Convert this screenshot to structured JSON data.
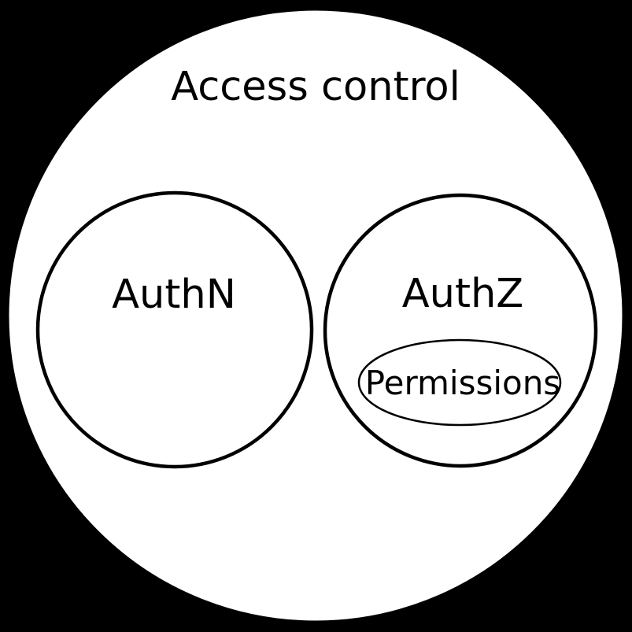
{
  "diagram": {
    "title": "Access control",
    "sets": [
      {
        "label": "AuthN"
      },
      {
        "label": "AuthZ",
        "subsets": [
          {
            "label": "Permissions"
          }
        ]
      }
    ]
  },
  "colors": {
    "background": "#000000",
    "shape_fill": "#ffffff",
    "stroke": "#000000",
    "text": "#000000"
  }
}
